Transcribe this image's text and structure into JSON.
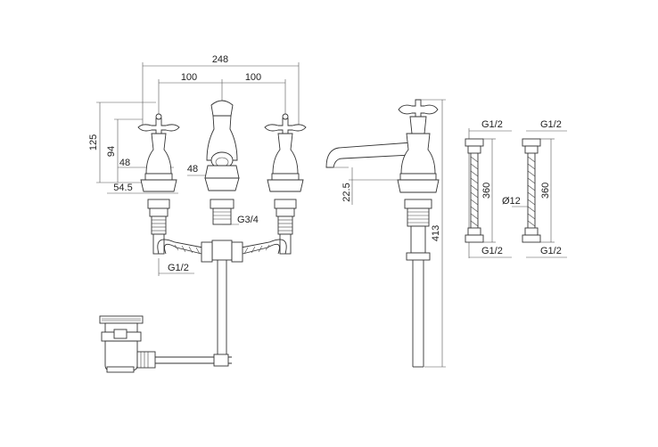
{
  "dimensions": {
    "overall_width": "248",
    "spacing_left": "100",
    "spacing_right": "100",
    "handle_height": "125",
    "body_height": "94",
    "handle_width": "48",
    "spout_width": "48",
    "base_diameter": "54.5",
    "inlet_thread": "G3/4",
    "tail_thread": "G1/2",
    "spout_height": "22.5",
    "total_height": "413"
  },
  "hoses": {
    "top_thread_1": "G1/2",
    "top_thread_2": "G1/2",
    "length_1": "360",
    "length_2": "360",
    "diameter": "Ø12",
    "bottom_thread_1": "G1/2",
    "bottom_thread_2": "G1/2"
  }
}
